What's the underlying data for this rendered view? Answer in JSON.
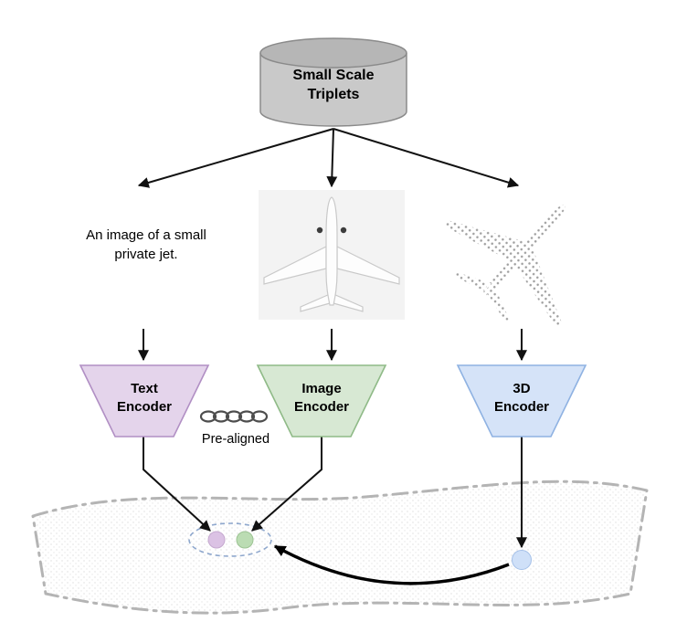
{
  "database_label": {
    "line1": "Small Scale",
    "line2": "Triplets"
  },
  "text_sample": {
    "line1": "An image of a small",
    "line2": "private jet."
  },
  "encoders": {
    "text": {
      "line1": "Text",
      "line2": "Encoder",
      "fill": "#e4d4eb"
    },
    "image": {
      "line1": "Image",
      "line2": "Encoder",
      "fill": "#d7e8d3"
    },
    "threed": {
      "line1": "3D",
      "line2": "Encoder",
      "fill": "#d5e3f8"
    }
  },
  "prealigned_label": "Pre-aligned",
  "dots": {
    "text_fill": "#dbc2e4",
    "image_fill": "#bbdcb3",
    "threed_fill": "#cfe0f8"
  },
  "colors": {
    "cylinder_body": "#c9c9c9",
    "cylinder_top": "#b6b6b6",
    "manifold_border": "#b4b4b4",
    "encoder_text_stroke": "#b18fc4",
    "encoder_image_stroke": "#8fba87",
    "encoder_threed_stroke": "#8fb2e2",
    "arrow": "#111111"
  },
  "icons": {
    "chain": "chain-link-icon",
    "database": "database-cylinder-icon"
  }
}
